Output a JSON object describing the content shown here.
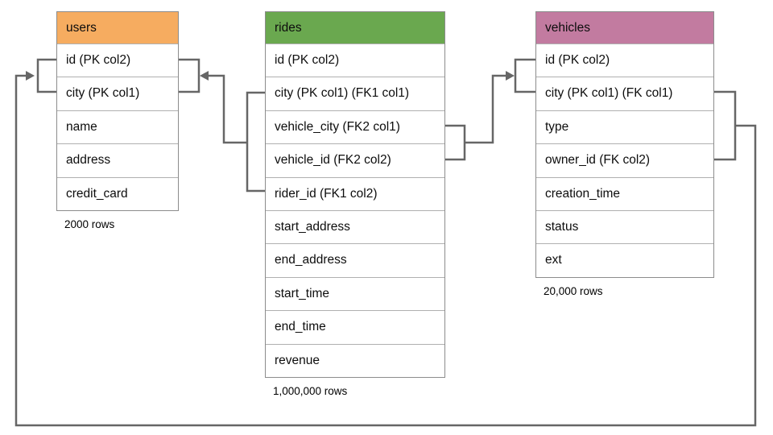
{
  "diagram": {
    "background": "#ffffff",
    "connector_color": "#666666",
    "outer_border_color": "#8c8c8c",
    "row_border_color": "#b0b0b0"
  },
  "tables": [
    {
      "name": "users",
      "header_color": "#f6ac60",
      "columns": [
        "id (PK col2)",
        "city (PK col1)",
        "name",
        "address",
        "credit_card"
      ],
      "row_count_label": "2000 rows"
    },
    {
      "name": "rides",
      "header_color": "#6aa84f",
      "columns": [
        "id (PK col2)",
        "city (PK col1) (FK1 col1)",
        "vehicle_city (FK2 col1)",
        "vehicle_id (FK2 col2)",
        "rider_id (FK1 col2)",
        "start_address",
        "end_address",
        "start_time",
        "end_time",
        "revenue"
      ],
      "row_count_label": "1,000,000 rows"
    },
    {
      "name": "vehicles",
      "header_color": "#c27ba0",
      "columns": [
        "id (PK col2)",
        "city (PK col1) (FK col1)",
        "type",
        "owner_id (FK col2)",
        "creation_time",
        "status",
        "ext"
      ],
      "row_count_label": "20,000 rows"
    }
  ],
  "relationships": [
    {
      "name": "FK1",
      "from": "rides (city, rider_id)",
      "to": "users (id, city)"
    },
    {
      "name": "FK2",
      "from": "rides (vehicle_city, vehicle_id)",
      "to": "vehicles (id, city)"
    },
    {
      "name": "FK",
      "from": "vehicles (city, owner_id)",
      "to": "users (id, city)"
    }
  ]
}
